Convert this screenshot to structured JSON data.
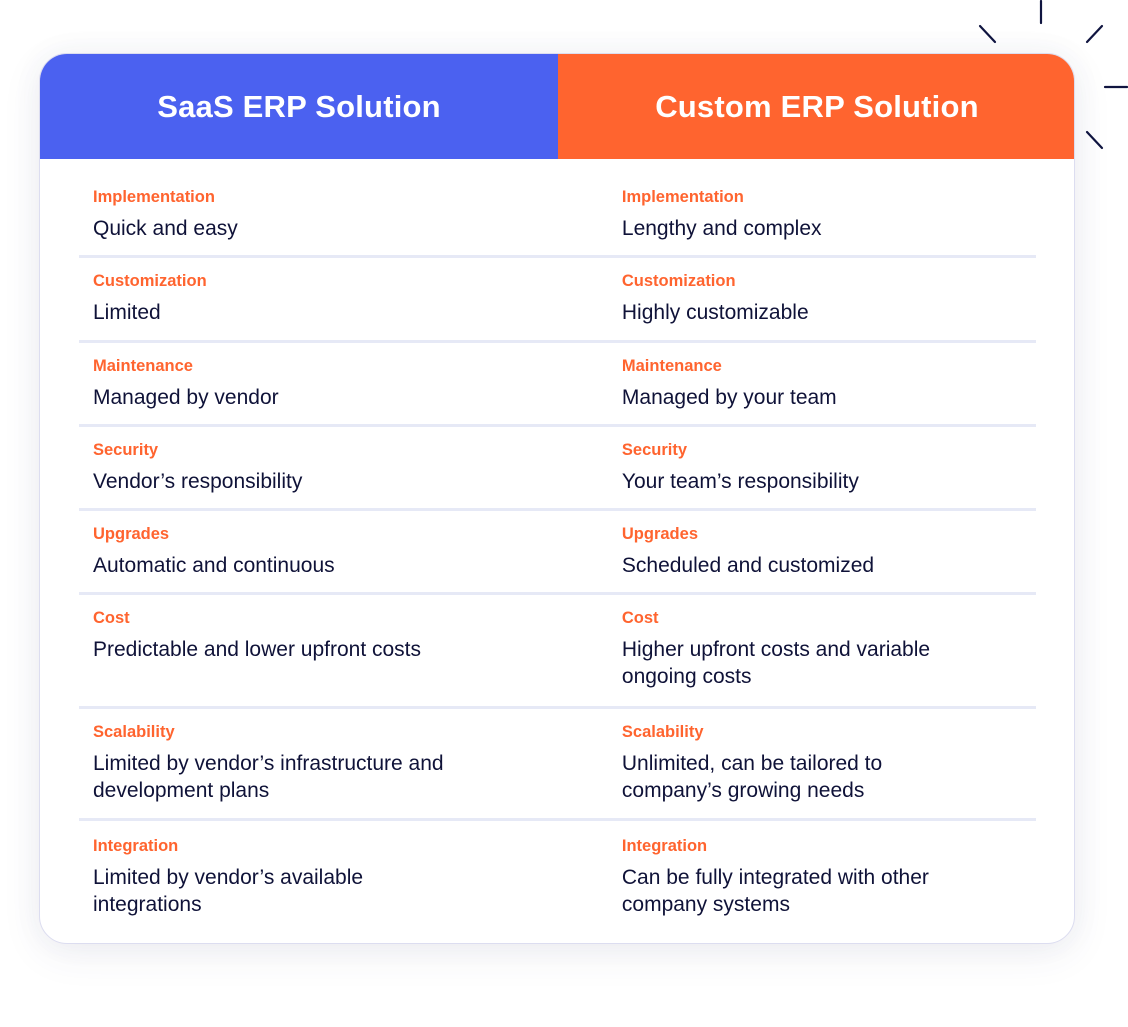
{
  "header": {
    "saas_title": "SaaS ERP Solution",
    "custom_title": "Custom ERP Solution"
  },
  "colors": {
    "saas_header": "#4B61F0",
    "custom_header": "#FF642F",
    "label": "#FF642F",
    "value": "#0F1238",
    "divider": "#E6E9F6"
  },
  "rows": [
    {
      "label": "Implementation",
      "saas": "Quick and easy",
      "custom": "Lengthy and complex"
    },
    {
      "label": "Customization",
      "saas": "Limited",
      "custom": "Highly customizable"
    },
    {
      "label": "Maintenance",
      "saas": "Managed by vendor",
      "custom": "Managed by your team"
    },
    {
      "label": "Security",
      "saas": "Vendor’s responsibility",
      "custom": "Your team’s responsibility"
    },
    {
      "label": "Upgrades",
      "saas": "Automatic and continuous",
      "custom": "Scheduled and customized"
    },
    {
      "label": "Cost",
      "saas": "Predictable and lower upfront costs",
      "custom": "Higher upfront costs and variable ongoing costs"
    },
    {
      "label": "Scalability",
      "saas": "Limited by vendor’s infrastructure and development plans",
      "custom": "Unlimited, can be tailored to company’s growing needs"
    },
    {
      "label": "Integration",
      "saas": "Limited by vendor’s available integrations",
      "custom": "Can be fully integrated with other company systems"
    }
  ],
  "decoration": {
    "icon": "sparkle-burst-icon"
  }
}
